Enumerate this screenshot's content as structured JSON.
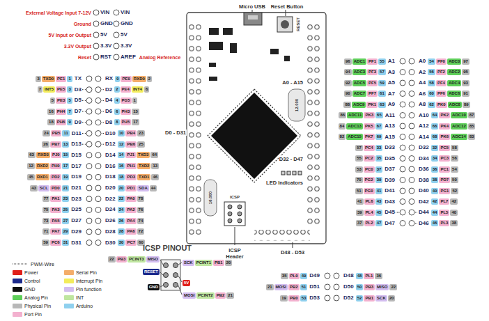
{
  "diagram": {
    "labels": [
      "External Voltage Input 7-12V",
      "VIN",
      "VIN",
      "Ground",
      "GND",
      "GND",
      "5V Input or Output",
      "5V",
      "5V",
      "3.3V Output",
      "3.3V",
      "3.3V",
      "Reset",
      "RST",
      "AREF",
      "Analog Reference",
      "Micro USB",
      "Reset Button",
      "RESET",
      "12.000",
      "16.000",
      "ICSP",
      "A0 - A15",
      "D0 - D31",
      "D32 - D47",
      "LED Indicators",
      "ICSP Header",
      "D48 - D53",
      "3",
      "TXD0",
      "PE1",
      "1",
      "TX",
      "RX",
      "0",
      "PE0",
      "RXD0",
      "2",
      "7",
      "INT5",
      "PE5",
      "3",
      "D3",
      "D2",
      "2",
      "PE4",
      "INT4",
      "6",
      "5",
      "PE3",
      "5",
      "D5",
      "D4",
      "4",
      "PG5",
      "1",
      "16",
      "PH4",
      "7",
      "D7",
      "D6",
      "6",
      "PH3",
      "15",
      "18",
      "PH6",
      "9",
      "D9",
      "D8",
      "8",
      "PH5",
      "17",
      "24",
      "PB5",
      "11",
      "D11",
      "D10",
      "10",
      "PB4",
      "23",
      "26",
      "PB7",
      "13",
      "D13",
      "D12",
      "12",
      "PB6",
      "25",
      "63",
      "RXD3",
      "PJ0",
      "15",
      "D15",
      "D14",
      "14",
      "PJ1",
      "TXD3",
      "64",
      "12",
      "RXD2",
      "PH0",
      "17",
      "D17",
      "D16",
      "16",
      "PH1",
      "TXD2",
      "13",
      "45",
      "RXD1",
      "PD2",
      "19",
      "D19",
      "D18",
      "18",
      "PD3",
      "TXD1",
      "46",
      "43",
      "SCL",
      "PD0",
      "21",
      "D21",
      "D20",
      "20",
      "PD1",
      "SDA",
      "44",
      "77",
      "PA1",
      "23",
      "D23",
      "D22",
      "22",
      "PA0",
      "78",
      "75",
      "PA3",
      "25",
      "D25",
      "D24",
      "24",
      "PA2",
      "76",
      "73",
      "PA5",
      "27",
      "D27",
      "D26",
      "26",
      "PA4",
      "74",
      "71",
      "PA7",
      "29",
      "D29",
      "D28",
      "28",
      "PA6",
      "72",
      "59",
      "PC6",
      "31",
      "D31",
      "D30",
      "30",
      "PC7",
      "60",
      "96",
      "ADC1",
      "PF1",
      "55",
      "A1",
      "A0",
      "54",
      "PF0",
      "ADC0",
      "97",
      "94",
      "ADC3",
      "PF3",
      "57",
      "A3",
      "A2",
      "56",
      "PF2",
      "ADC2",
      "95",
      "92",
      "ADC5",
      "PF5",
      "59",
      "A5",
      "A4",
      "58",
      "PF4",
      "ADC4",
      "93",
      "90",
      "ADC7",
      "PF7",
      "61",
      "A7",
      "A6",
      "60",
      "PF6",
      "ADC6",
      "91",
      "88",
      "ADC9",
      "PK1",
      "63",
      "A9",
      "A8",
      "62",
      "PK0",
      "ADC8",
      "89",
      "86",
      "ADC11",
      "PK3",
      "65",
      "A11",
      "A10",
      "64",
      "PK2",
      "ADC10",
      "87",
      "84",
      "ADC13",
      "PK5",
      "67",
      "A13",
      "A12",
      "66",
      "PK4",
      "ADC12",
      "85",
      "82",
      "ADC15",
      "PK7",
      "69",
      "A15",
      "A14",
      "68",
      "PK6",
      "ADC14",
      "83",
      "57",
      "PC4",
      "33",
      "D33",
      "D32",
      "32",
      "PC5",
      "58",
      "55",
      "PC2",
      "35",
      "D35",
      "D34",
      "34",
      "PC3",
      "56",
      "53",
      "PC0",
      "37",
      "D37",
      "D36",
      "36",
      "PC1",
      "54",
      "70",
      "PG2",
      "39",
      "D39",
      "D38",
      "38",
      "PD7",
      "50",
      "51",
      "PG0",
      "41",
      "D41",
      "D40",
      "40",
      "PG1",
      "52",
      "41",
      "PL6",
      "43",
      "D43",
      "D42",
      "42",
      "PL7",
      "42",
      "39",
      "PL4",
      "45",
      "D45",
      "D44",
      "44",
      "PL5",
      "40",
      "37",
      "PL2",
      "47",
      "D47",
      "D46",
      "46",
      "PL3",
      "38",
      "35",
      "PL0",
      "49",
      "D49",
      "D48",
      "48",
      "PL1",
      "36",
      "21",
      "MOSI",
      "PB2",
      "51",
      "D51",
      "D50",
      "50",
      "PB3",
      "MISO",
      "22",
      "19",
      "PB0",
      "53",
      "D53",
      "D52",
      "52",
      "PB1",
      "SCK",
      "20",
      "ICSP PINOUT",
      "22",
      "PB3",
      "PCINT3",
      "MISO",
      "RESET",
      "GND",
      "SCK",
      "PCINT1",
      "PB1",
      "20",
      "5V",
      "MOSI",
      "PCINT2",
      "PB2",
      "21"
    ],
    "legend": [
      {
        "text": "PWM-Wire"
      },
      {
        "text": "Power",
        "color": "#e0201b"
      },
      {
        "text": "Control",
        "color": "#1c2a8c"
      },
      {
        "text": "GND",
        "color": "#111111"
      },
      {
        "text": "Analog Pin",
        "color": "#5fcf5a"
      },
      {
        "text": "Physical Pin",
        "color": "#b8b8b8"
      },
      {
        "text": "Port Pin",
        "color": "#f3b1cf"
      },
      {
        "text": "Serial Pin",
        "color": "#f4ad6a"
      },
      {
        "text": "Interrupt Pin",
        "color": "#f3ec5c"
      },
      {
        "text": "Pin function",
        "color": "#d3bdf0"
      },
      {
        "text": "INT",
        "color": "#bfe6a0"
      },
      {
        "text": "Arduino",
        "color": "#8fd0ee"
      }
    ]
  }
}
